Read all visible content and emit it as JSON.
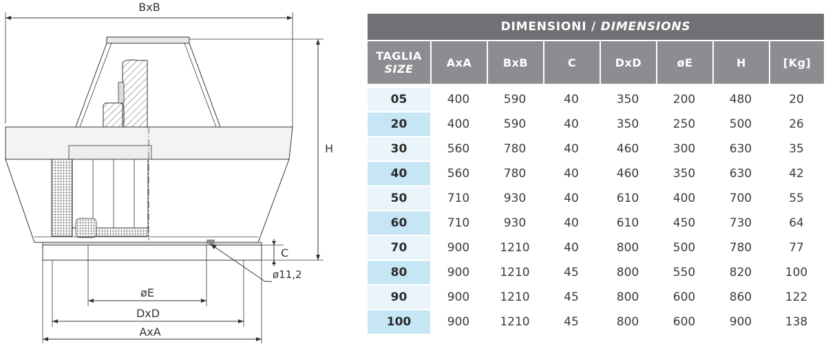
{
  "drawing": {
    "dim_bxb": "BxB",
    "dim_h": "H",
    "dim_c": "C",
    "dim_hole": "ø11,2",
    "dim_e": "øE",
    "dim_dxd": "DxD",
    "dim_axa": "AxA"
  },
  "table": {
    "title_main": "DIMENSIONI / ",
    "title_italic": "DIMENSIONS",
    "size_header": "TAGLIA",
    "size_header_italic": "SIZE",
    "columns": [
      "AxA",
      "BxB",
      "C",
      "DxD",
      "øE",
      "H",
      "[Kg]"
    ],
    "rows": [
      [
        "05",
        "400",
        "590",
        "40",
        "350",
        "200",
        "480",
        "20"
      ],
      [
        "20",
        "400",
        "590",
        "40",
        "350",
        "250",
        "500",
        "26"
      ],
      [
        "30",
        "560",
        "780",
        "40",
        "460",
        "300",
        "630",
        "35"
      ],
      [
        "40",
        "560",
        "780",
        "40",
        "460",
        "350",
        "630",
        "42"
      ],
      [
        "50",
        "710",
        "930",
        "40",
        "610",
        "400",
        "700",
        "55"
      ],
      [
        "60",
        "710",
        "930",
        "40",
        "610",
        "450",
        "730",
        "64"
      ],
      [
        "70",
        "900",
        "1210",
        "40",
        "800",
        "500",
        "780",
        "77"
      ],
      [
        "80",
        "900",
        "1210",
        "45",
        "800",
        "550",
        "820",
        "100"
      ],
      [
        "90",
        "900",
        "1210",
        "45",
        "800",
        "600",
        "860",
        "122"
      ],
      [
        "100",
        "900",
        "1210",
        "45",
        "800",
        "600",
        "900",
        "138"
      ]
    ]
  },
  "colors": {
    "header_gray": "#8b8d90",
    "title_gray": "#6f7174",
    "size_light_blue": "#eaf5fb",
    "size_blue": "#c6e6f6"
  }
}
